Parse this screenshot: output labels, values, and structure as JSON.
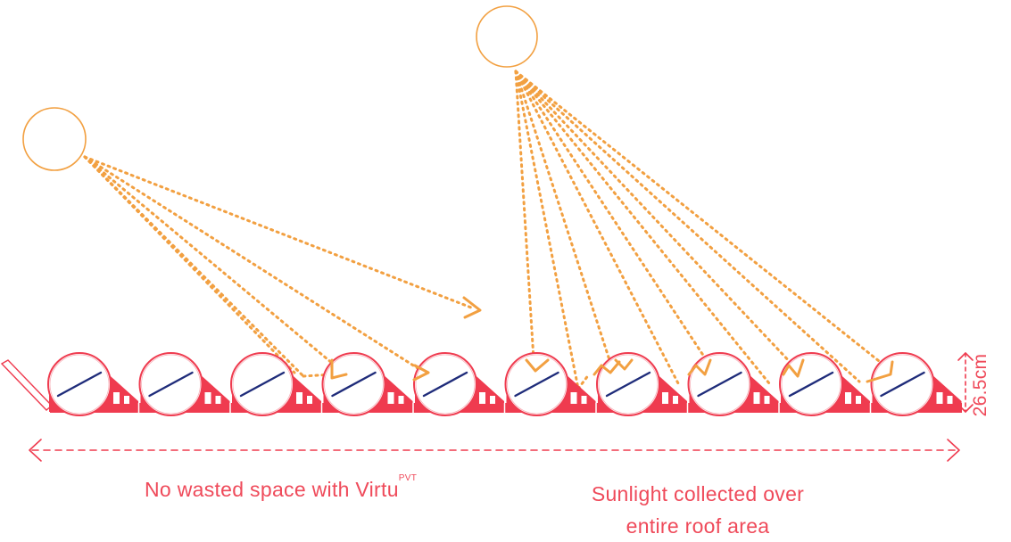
{
  "height_label": "26.5cm",
  "caption_left": {
    "main": "No wasted space with Virtu",
    "superscript": "PVT"
  },
  "caption_right": {
    "line1": "Sunlight collected over",
    "line2": "entire roof area"
  },
  "colors": {
    "collector_red": "#ef3b4f",
    "ray_orange": "#f2a041",
    "absorber_blue": "#1f2c7a",
    "sun_outline": "#f2a041"
  },
  "collector_count": 10
}
